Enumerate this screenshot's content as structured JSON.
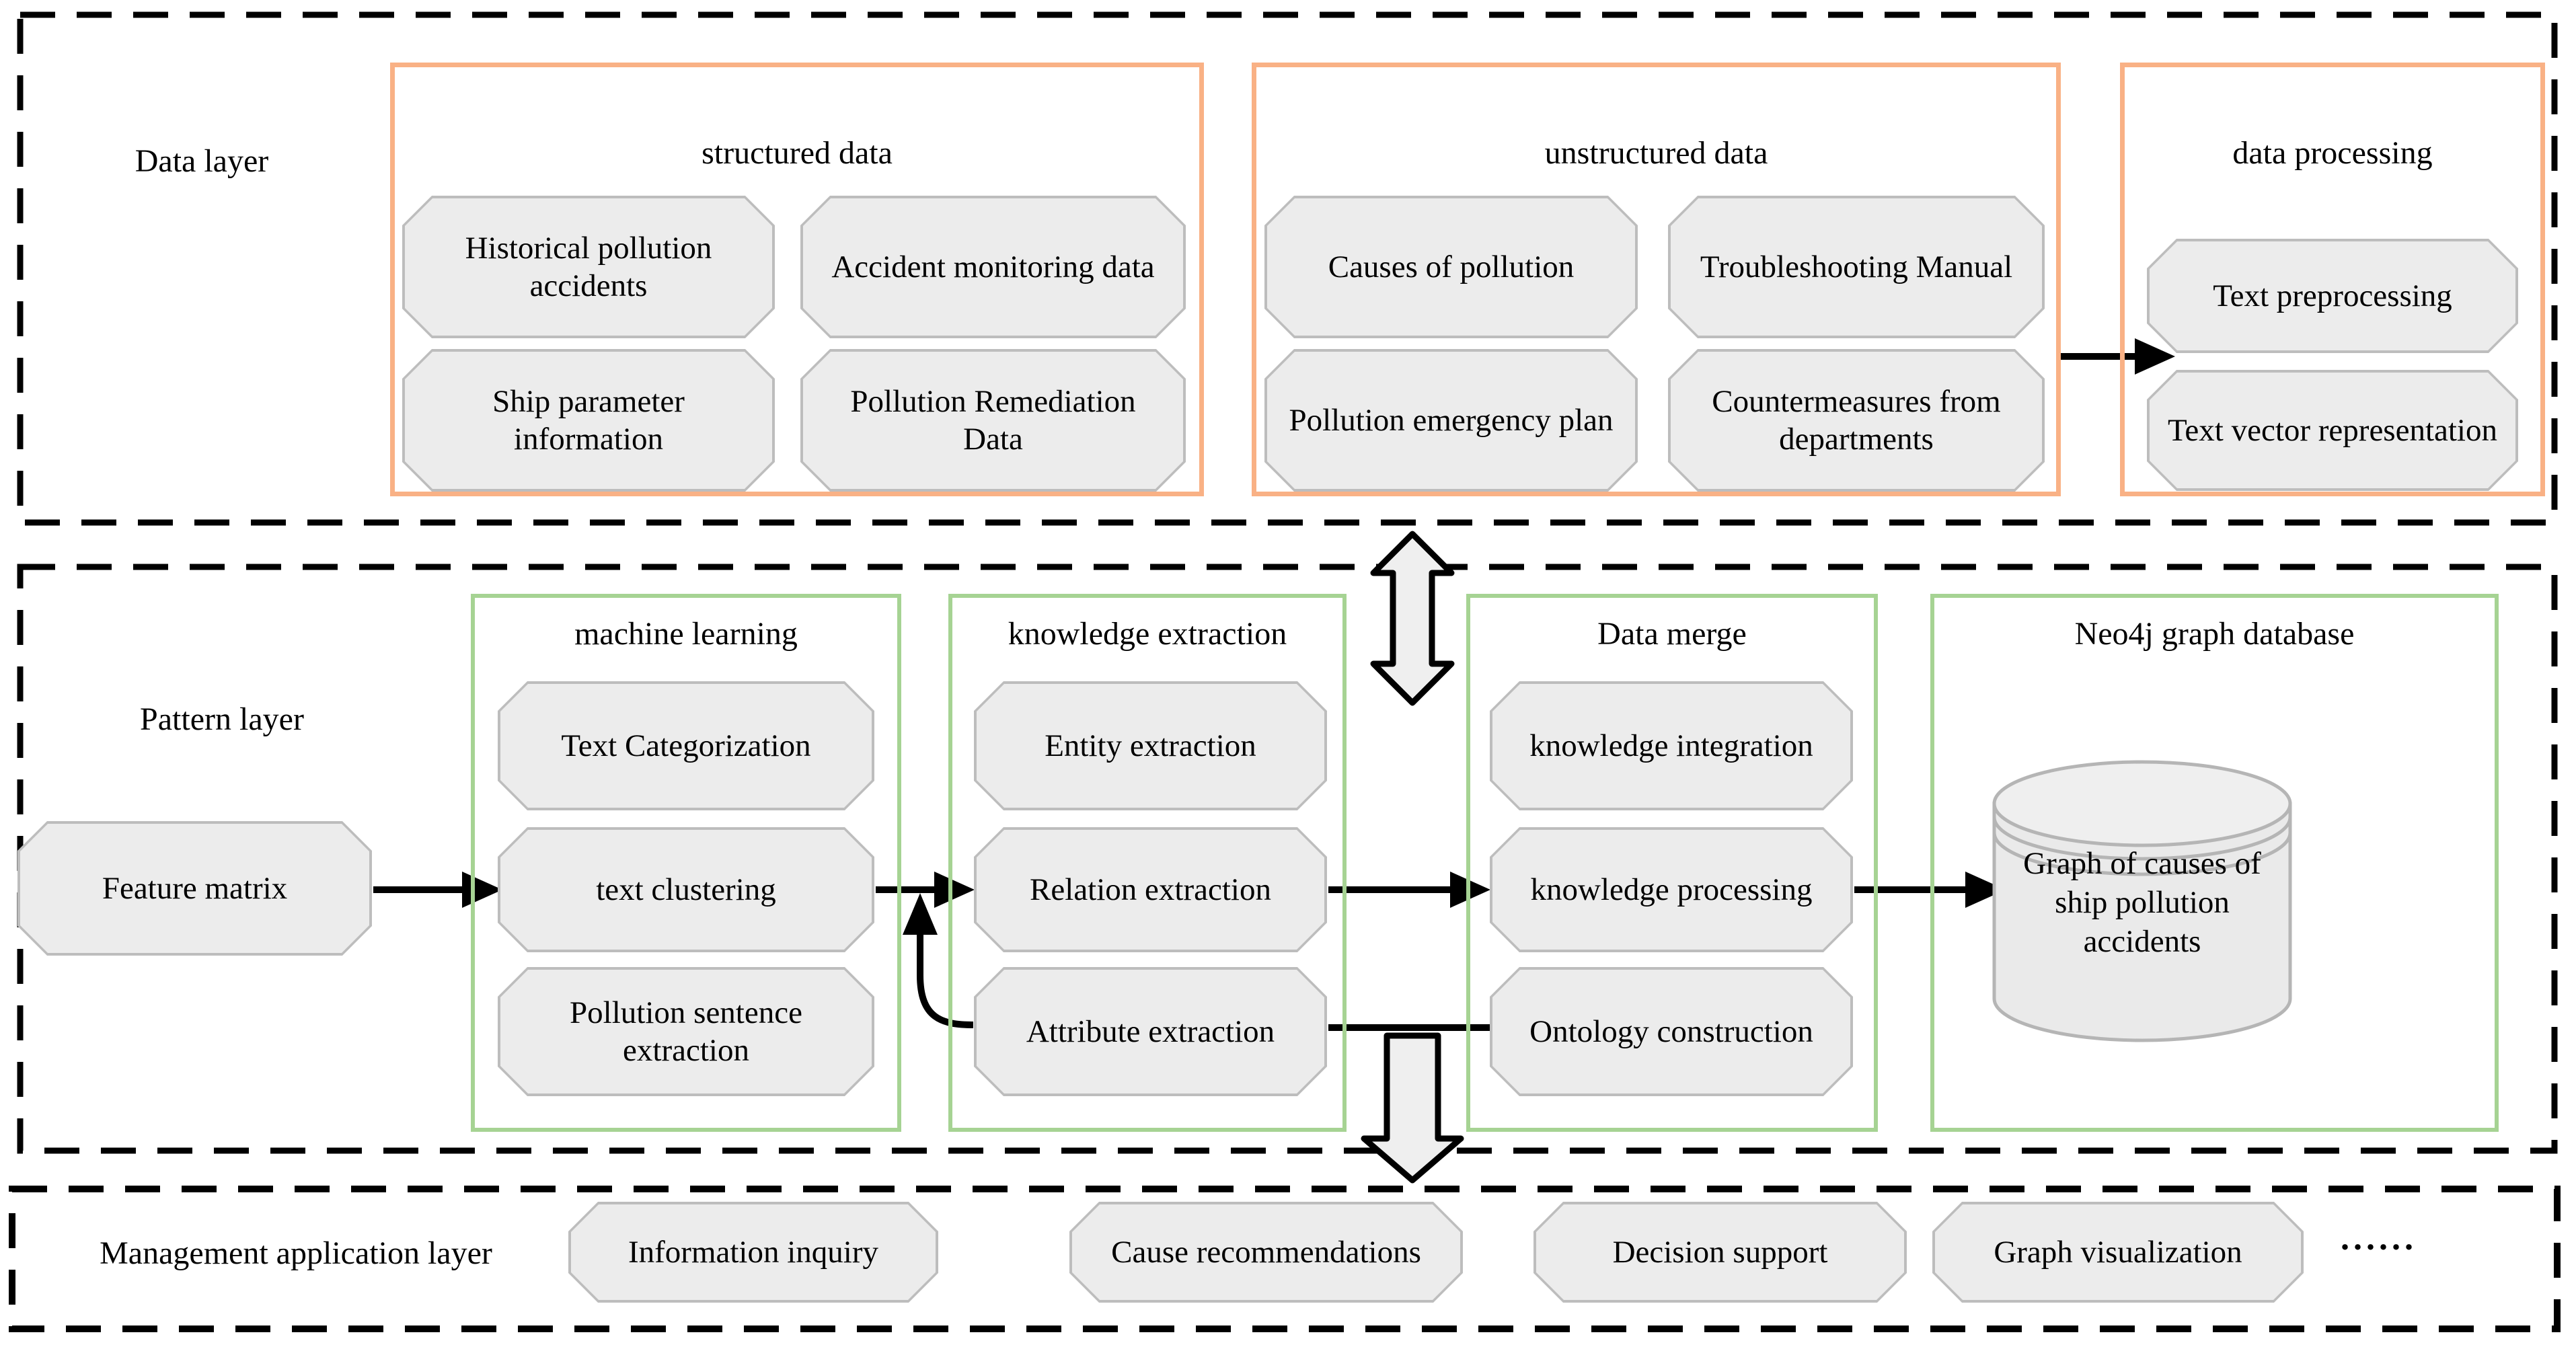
{
  "layers": {
    "data": {
      "label": "Data layer"
    },
    "pattern": {
      "label": "Pattern layer"
    },
    "management": {
      "label": "Management application layer"
    }
  },
  "data_layer": {
    "structured": {
      "title": "structured data",
      "items": [
        "Historical pollution accidents",
        "Accident monitoring data",
        "Ship parameter information",
        "Pollution Remediation Data"
      ]
    },
    "unstructured": {
      "title": "unstructured data",
      "items": [
        "Causes of pollution",
        "Troubleshooting Manual",
        "Pollution emergency plan",
        "Countermeasures from departments"
      ]
    },
    "processing": {
      "title": "data processing",
      "items": [
        "Text preprocessing",
        "Text vector representation"
      ]
    }
  },
  "pattern_layer": {
    "feature_matrix": "Feature matrix",
    "machine_learning": {
      "title": "machine learning",
      "items": [
        "Text Categorization",
        "text clustering",
        "Pollution sentence extraction"
      ]
    },
    "knowledge_extraction": {
      "title": "knowledge extraction",
      "items": [
        "Entity extraction",
        "Relation extraction",
        "Attribute extraction"
      ]
    },
    "data_merge": {
      "title": "Data merge",
      "items": [
        "knowledge integration",
        "knowledge processing",
        "Ontology construction"
      ]
    },
    "neo4j": {
      "title": "Neo4j graph database",
      "database_label": "Graph of causes of ship pollution accidents"
    }
  },
  "management_layer": {
    "items": [
      "Information inquiry",
      "Cause recommendations",
      "Decision support",
      "Graph visualization"
    ],
    "ellipsis": "......"
  },
  "colors": {
    "layer_border": "#000000",
    "data_group_border": "#F9B185",
    "pattern_group_border": "#A6D393",
    "octagon_fill": "#ECECEC",
    "octagon_border": "#BDBDBD",
    "arrow": "#000000",
    "block_arrow_fill": "#EFEFEF",
    "cylinder_fill": "#EAEAEA",
    "cylinder_border": "#B5B5B5"
  }
}
